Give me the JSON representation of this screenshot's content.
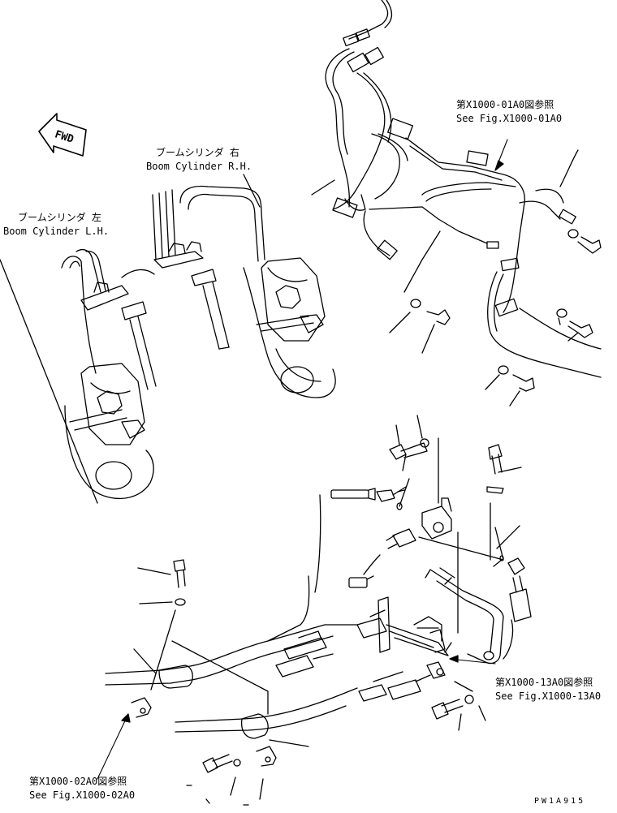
{
  "labels": {
    "fwd": "FWD",
    "boom_rh_jp": "ブームシリンダ 右",
    "boom_rh_en": "Boom Cylinder R.H.",
    "boom_lh_jp": "ブームシリンダ 左",
    "boom_lh_en": "Boom Cylinder L.H.",
    "ref_01_jp": "第X1000-01A0図参照",
    "ref_01_en": "See Fig.X1000-01A0",
    "ref_13_jp": "第X1000-13A0図参照",
    "ref_13_en": "See Fig.X1000-13A0",
    "ref_02_jp": "第X1000-02A0図参照",
    "ref_02_en": "See Fig.X1000-02A0",
    "drawing_code": "PW1A915"
  }
}
